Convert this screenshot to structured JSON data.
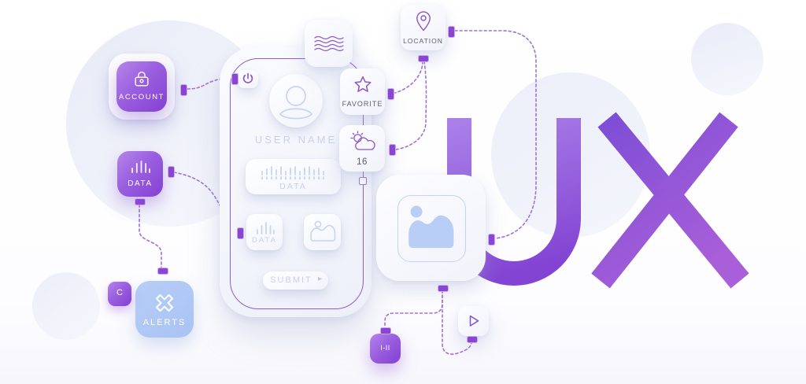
{
  "letters": {
    "text": "UX"
  },
  "cards": {
    "account": {
      "label": "ACCOUNT",
      "icon": "lock-icon"
    },
    "data": {
      "label": "DATA",
      "icon": "bar-chart-icon"
    },
    "alerts": {
      "label": "ALERTS",
      "icon": "cross-icon"
    },
    "celsius": {
      "label": "C"
    },
    "stage": {
      "label": "I-II"
    },
    "location": {
      "label": "LOCATION",
      "icon": "map-pin-icon"
    },
    "favorite": {
      "label": "FAVORITE",
      "icon": "star-icon"
    },
    "weather": {
      "value": "16",
      "icon": "sun-cloud-icon"
    },
    "waves": {
      "icon": "waves-icon"
    },
    "media": {
      "icon": "image-icon"
    },
    "play": {
      "icon": "play-icon"
    }
  },
  "phone": {
    "username_label": "USER NAME",
    "power": {
      "icon": "power-icon"
    },
    "avatar": {
      "icon": "user-icon"
    },
    "data_field": {
      "label": "DATA",
      "icon": "equalizer-icon"
    },
    "data_mini": {
      "label": "DATA",
      "icon": "bar-chart-icon"
    },
    "image_mini": {
      "icon": "image-icon"
    },
    "submit": {
      "label": "SUBMIT",
      "arrow": "▸"
    }
  },
  "colors": {
    "accent_purple": "#8a56c9",
    "deep_purple": "#8440d1",
    "gradient_card_from": "#b585ea",
    "gradient_card_to": "#8440d1",
    "alerts_from": "#a9c3f3",
    "alerts_to": "#bed3f8",
    "light_blue": "#c7d1f2",
    "slate_text": "#5b6170",
    "outline_purple": "#8e5ec4",
    "dotted_line": "#9d73d6",
    "letter_u_from": "#ab82e9",
    "letter_u_to": "#8344d3",
    "letter_x_from": "#7e4ed6",
    "letter_x_to": "#a85fd8"
  }
}
